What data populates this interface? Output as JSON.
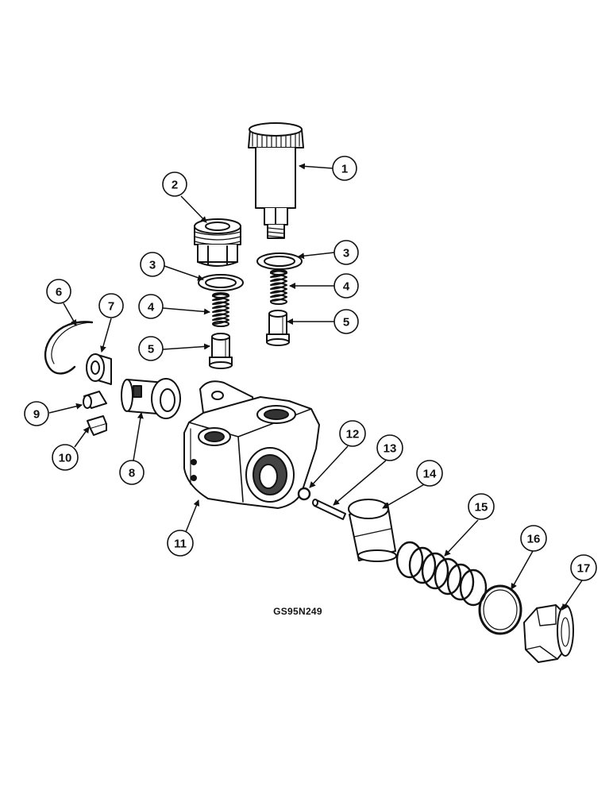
{
  "figure_code": "GS95N249",
  "colors": {
    "ink": "#111111",
    "shade": "#3a3a3a",
    "paper": "#ffffff"
  },
  "callouts": [
    "1",
    "2",
    "3",
    "3",
    "4",
    "4",
    "5",
    "5",
    "6",
    "7",
    "8",
    "9",
    "10",
    "11",
    "12",
    "13",
    "14",
    "15",
    "16",
    "17"
  ]
}
